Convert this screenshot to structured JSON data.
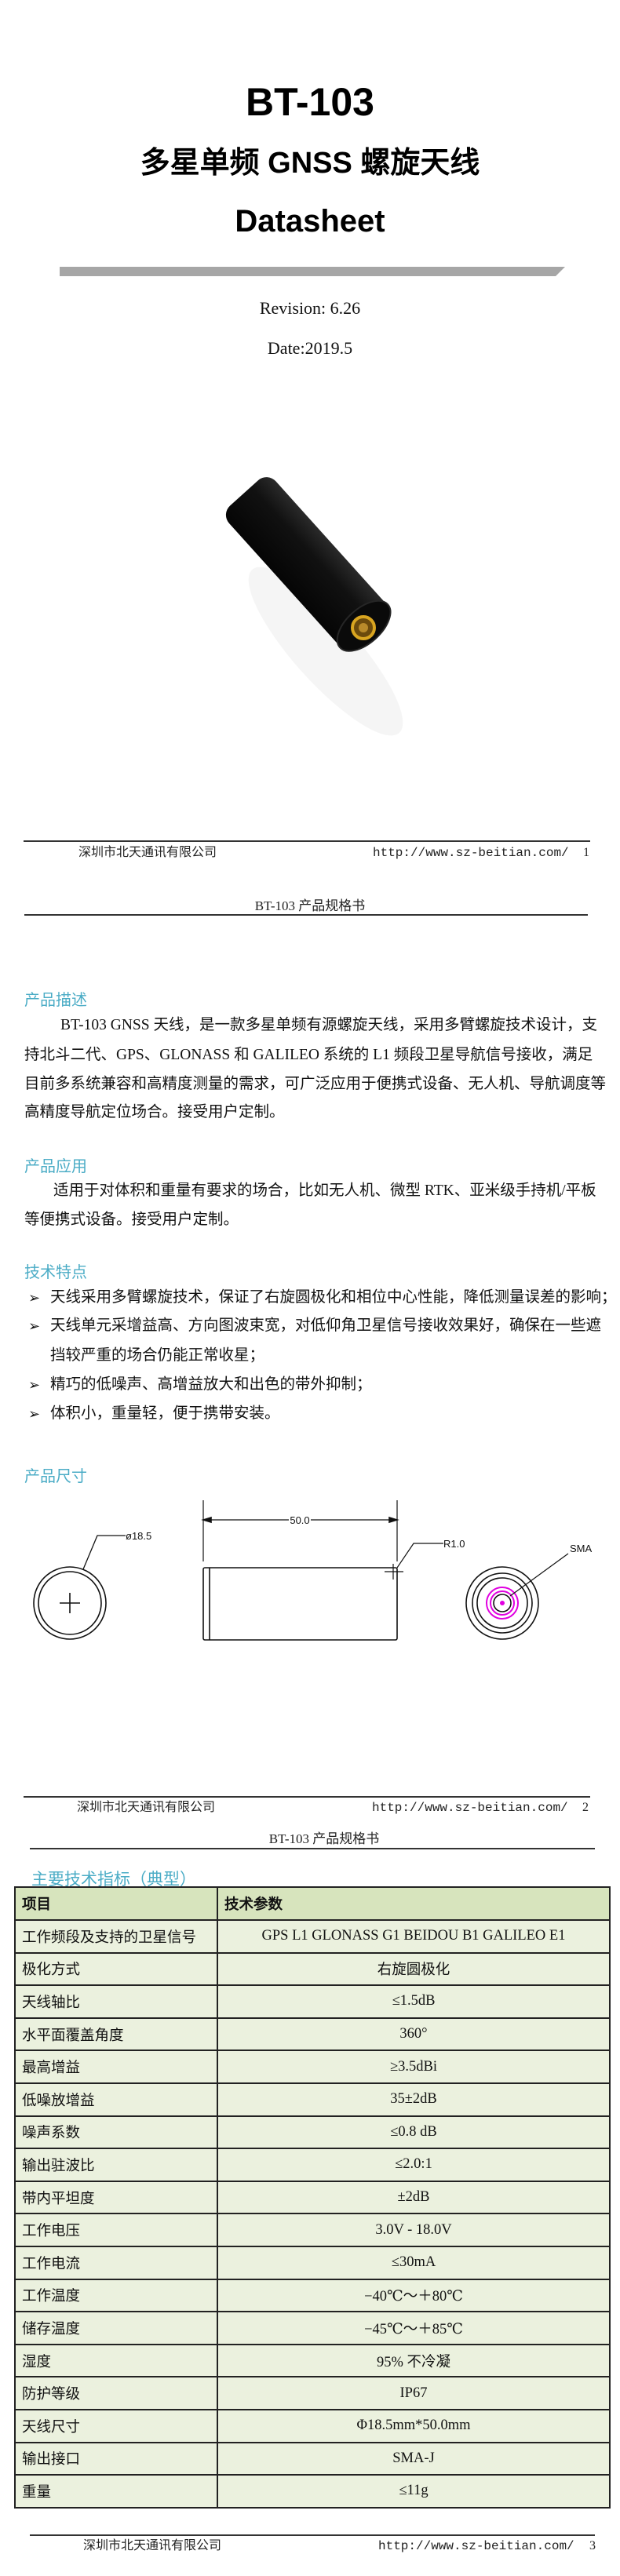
{
  "cover": {
    "model": "BT-103",
    "subtitle": "多星单频 GNSS 螺旋天线",
    "doc_type": "Datasheet",
    "revision": "Revision: 6.26",
    "date": "Date:2019.5"
  },
  "footer": {
    "company": "深圳市北天通讯有限公司",
    "url": "http://www.sz-beitian.com/",
    "pages": [
      "1",
      "2",
      "3"
    ]
  },
  "header": {
    "title": "BT-103 产品规格书"
  },
  "description": {
    "heading": "产品描述",
    "lines": [
      "BT-103 GNSS 天线，是一款多星单频有源螺旋天线，采用多臂螺旋技术设计，支",
      "持北斗二代、GPS、GLONASS 和 GALILEO 系统的 L1 频段卫星导航信号接收，满足",
      "目前多系统兼容和高精度测量的需求，可广泛应用于便携式设备、无人机、导航调度等",
      "高精度导航定位场合。接受用户定制。"
    ]
  },
  "application": {
    "heading": "产品应用",
    "lines": [
      "适用于对体积和重量有要求的场合，比如无人机、微型 RTK、亚米级手持机/平板",
      "等便携式设备。接受用户定制。"
    ]
  },
  "features": {
    "heading": "技术特点",
    "items": [
      "天线采用多臂螺旋技术，保证了右旋圆极化和相位中心性能，降低测量误差的影响；",
      "天线单元采增益高、方向图波束宽，对低仰角卫星信号接收效果好，确保在一些遮",
      "挡较严重的场合仍能正常收星；",
      "精巧的低噪声、高增益放大和出色的带外抑制；",
      "体积小，重量轻，便于携带安装。"
    ]
  },
  "dimensions": {
    "heading": "产品尺寸",
    "diameter_label": "ø18.5",
    "length_label": "50.0",
    "radius_label": "R1.0",
    "connector_label": "SMA"
  },
  "specs": {
    "heading": "主要技术指标（典型）",
    "columns": [
      "项目",
      "技术参数"
    ],
    "rows": [
      [
        "工作频段及支持的卫星信号",
        "GPS L1 GLONASS G1 BEIDOU B1 GALILEO E1"
      ],
      [
        "极化方式",
        "右旋圆极化"
      ],
      [
        "天线轴比",
        "≤1.5dB"
      ],
      [
        "水平面覆盖角度",
        "360°"
      ],
      [
        "最高增益",
        "≥3.5dBi"
      ],
      [
        "低噪放增益",
        "35±2dB"
      ],
      [
        "噪声系数",
        "≤0.8 dB"
      ],
      [
        "输出驻波比",
        "≤2.0:1"
      ],
      [
        "带内平坦度",
        "±2dB"
      ],
      [
        "工作电压",
        "3.0V - 18.0V"
      ],
      [
        "工作电流",
        "≤30mA"
      ],
      [
        "工作温度",
        "−40℃～＋80℃"
      ],
      [
        "储存温度",
        "−45℃～＋85℃"
      ],
      [
        "湿度",
        "95%  不冷凝"
      ],
      [
        "防护等级",
        "IP67"
      ],
      [
        "天线尺寸",
        "Φ18.5mm*50.0mm"
      ],
      [
        "输出接口",
        "SMA-J"
      ],
      [
        "重量",
        "≤11g"
      ]
    ]
  },
  "colors": {
    "section_heading": "#4bacc6",
    "table_header": "#d7e4bd",
    "table_row": "#ebf1de",
    "drawing_accent": "#e000e0"
  }
}
